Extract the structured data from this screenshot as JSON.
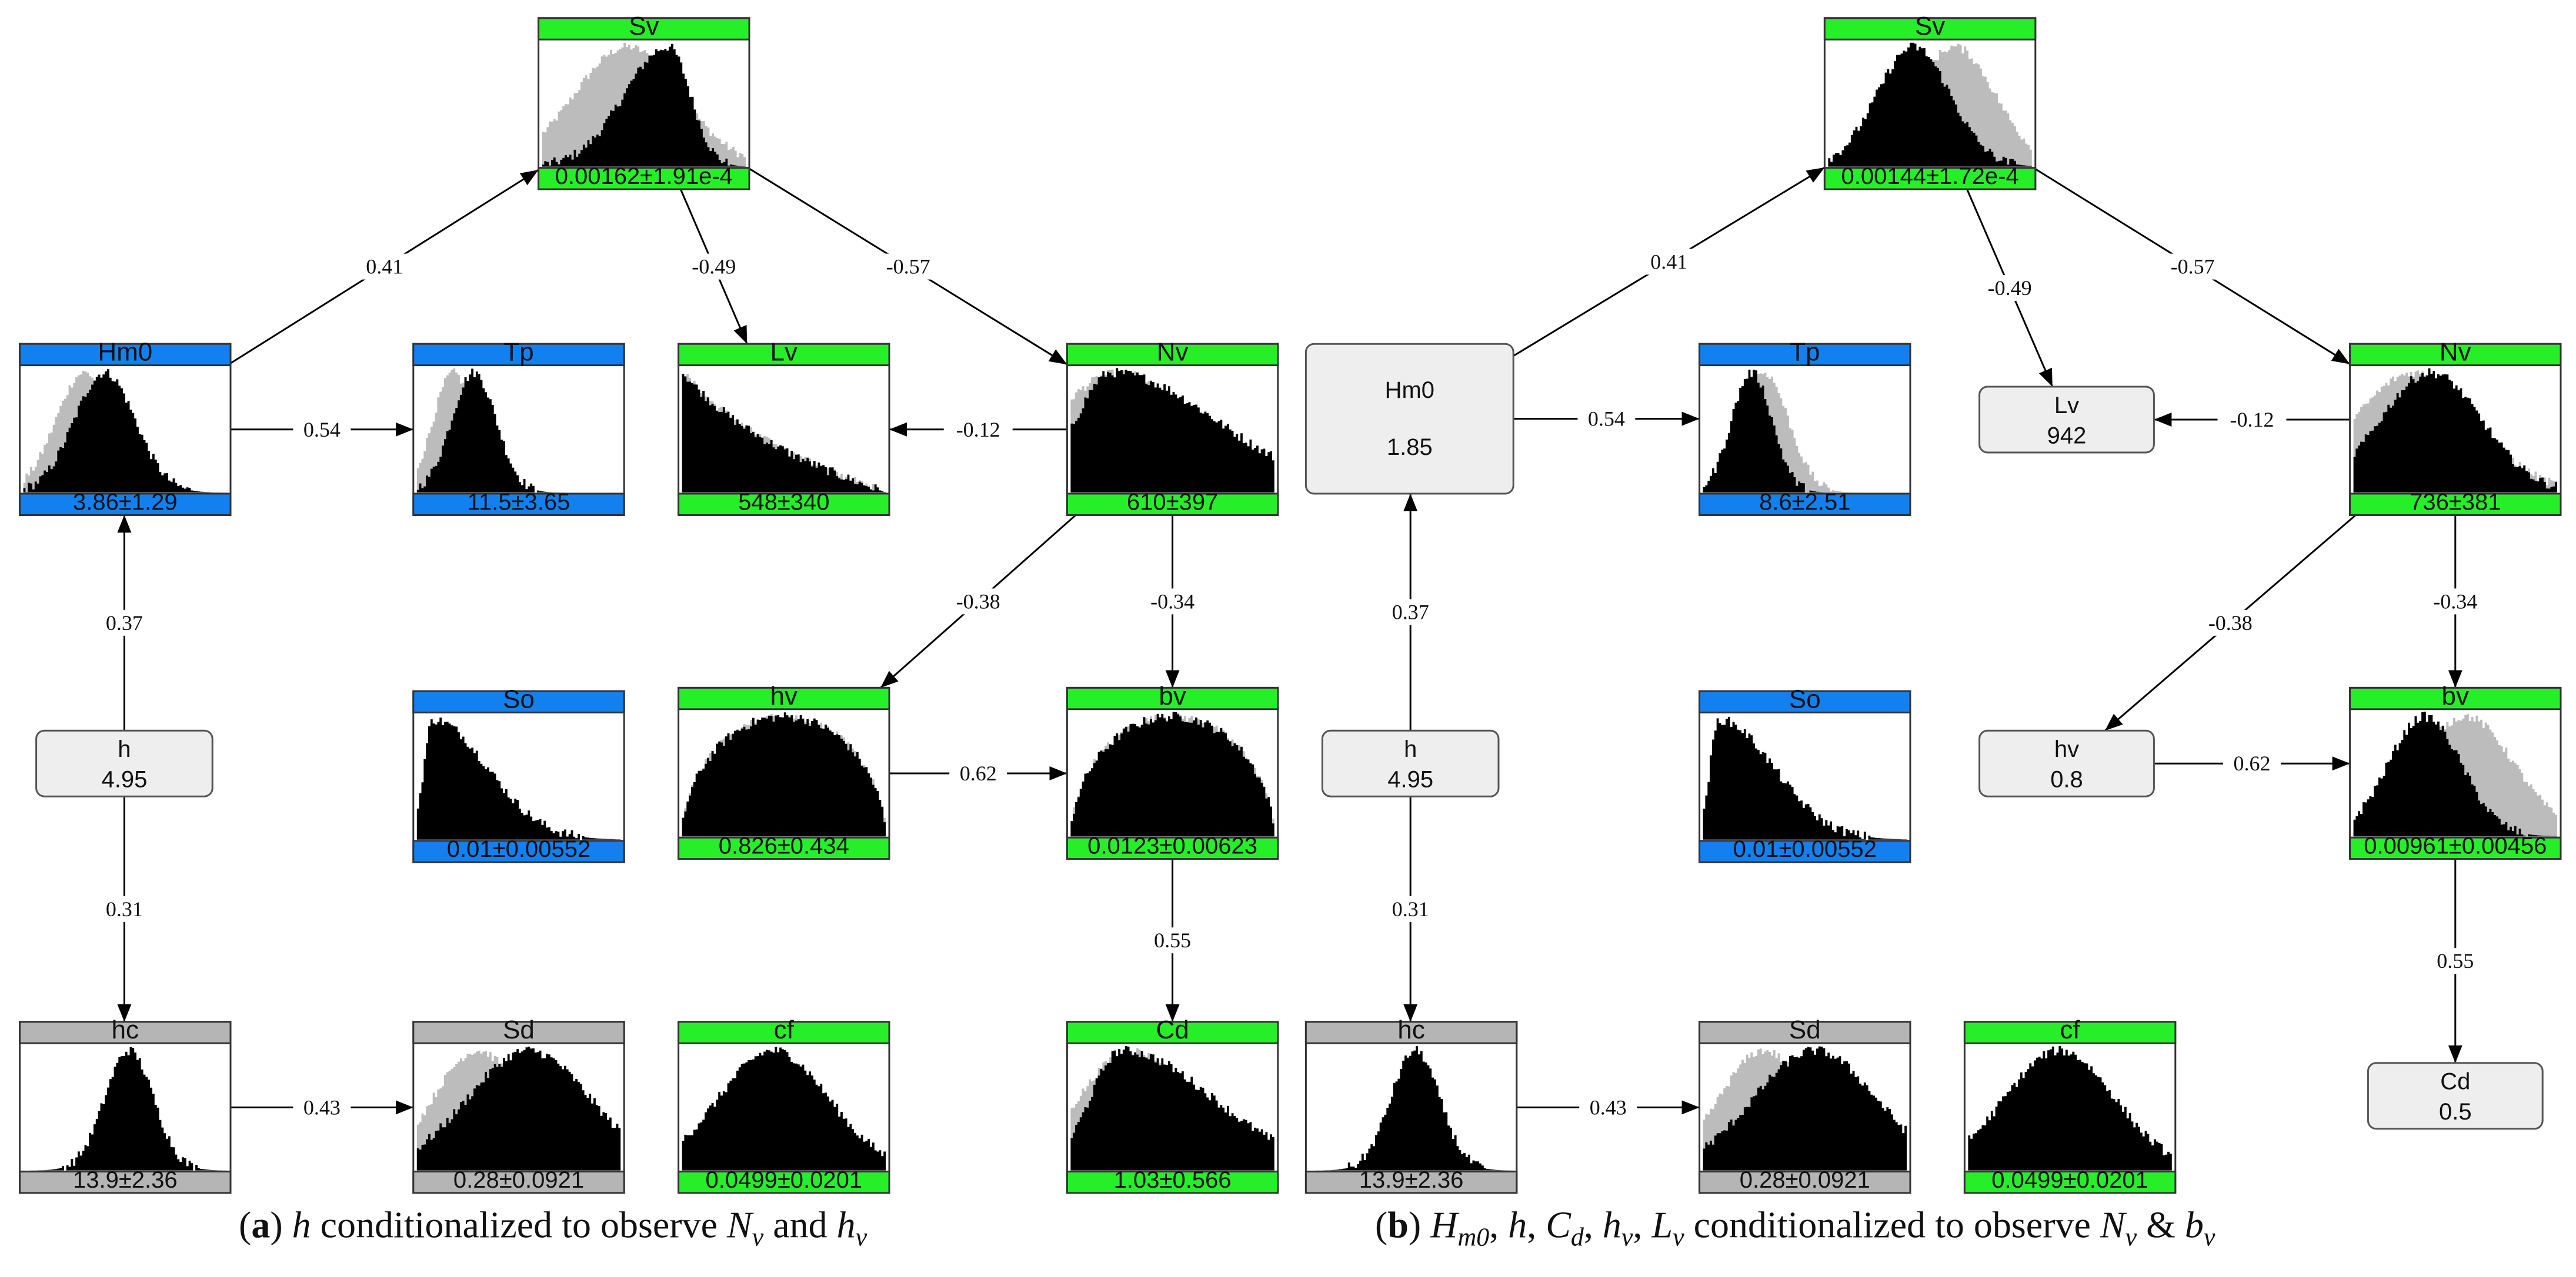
{
  "colors": {
    "green": "#26ef2a",
    "blue": "#1380f0",
    "gray": "#b5b5b5",
    "plain_fill": "#eeeeee",
    "hist_black": "#000000",
    "hist_ghost": "#bcbcbc"
  },
  "panels": [
    {
      "id": "a",
      "caption": {
        "label": "(a)",
        "parts": [
          {
            "t": "h",
            "i": true
          },
          {
            "t": " conditionalized to observe "
          },
          {
            "t": "N",
            "i": true
          },
          {
            "t": "v",
            "i": true,
            "sub": true
          },
          {
            "t": " and "
          },
          {
            "t": "h",
            "i": true
          },
          {
            "t": "v",
            "i": true,
            "sub": true
          }
        ]
      },
      "nodes": [
        {
          "id": "Sv",
          "type": "hist",
          "color": "green",
          "title": "Sv",
          "value": "0.00162±1.91e-4",
          "dist": {
            "mu": 0.62,
            "sd": 0.17,
            "skew": -0.6,
            "ghost": {
              "mu": 0.42,
              "sd": 0.26
            }
          }
        },
        {
          "id": "Hm0",
          "type": "hist",
          "color": "blue",
          "title": "Hm0",
          "value": "3.86±1.29",
          "dist": {
            "mu": 0.4,
            "sd": 0.15,
            "ghost": {
              "mu": 0.3,
              "sd": 0.14
            }
          }
        },
        {
          "id": "Tp",
          "type": "hist",
          "color": "blue",
          "title": "Tp",
          "value": "11.5±3.65",
          "dist": {
            "mu": 0.28,
            "sd": 0.11,
            "ghost": {
              "mu": 0.18,
              "sd": 0.1
            }
          }
        },
        {
          "id": "Lv",
          "type": "hist",
          "color": "green",
          "title": "Lv",
          "value": "548±340",
          "dist": {
            "decay": true,
            "ghost": {
              "decay": true
            }
          }
        },
        {
          "id": "Nv",
          "type": "hist",
          "color": "green",
          "title": "Nv",
          "value": "610±397",
          "dist": {
            "mu": 0.2,
            "sd": 0.32,
            "skew": 1.0,
            "ghost": {
              "mu": 0.24,
              "sd": 0.34
            }
          }
        },
        {
          "id": "h",
          "type": "plain",
          "title": "h",
          "value": "4.95"
        },
        {
          "id": "So",
          "type": "hist",
          "color": "blue",
          "title": "So",
          "value": "0.01±0.00552",
          "dist": {
            "mu": 0.08,
            "sd": 0.14,
            "skew": 1.5
          }
        },
        {
          "id": "hv",
          "type": "hist",
          "color": "green",
          "title": "hv",
          "value": "0.826±0.434",
          "dist": {
            "semi": true,
            "ghost": {
              "semi": true
            }
          }
        },
        {
          "id": "bv",
          "type": "hist",
          "color": "green",
          "title": "bv",
          "value": "0.0123±0.00623",
          "dist": {
            "semi": true,
            "ghost": {
              "semi": true
            }
          }
        },
        {
          "id": "hc",
          "type": "hist",
          "color": "gray",
          "title": "hc",
          "value": "13.9±2.36",
          "dist": {
            "mu": 0.52,
            "sd": 0.12
          }
        },
        {
          "id": "Sd",
          "type": "hist",
          "color": "gray",
          "title": "Sd",
          "value": "0.28±0.0921",
          "dist": {
            "mu": 0.55,
            "sd": 0.3,
            "ghost": {
              "mu": 0.3,
              "sd": 0.22
            }
          }
        },
        {
          "id": "cf",
          "type": "hist",
          "color": "green",
          "title": "cf",
          "value": "0.0499±0.0201",
          "dist": {
            "mu": 0.45,
            "sd": 0.27
          }
        },
        {
          "id": "Cd",
          "type": "hist",
          "color": "green",
          "title": "Cd",
          "value": "1.03±0.566",
          "dist": {
            "mu": 0.25,
            "sd": 0.28,
            "skew": 1.0,
            "ghost": {
              "mu": 0.3,
              "sd": 0.26
            }
          }
        }
      ],
      "edges": [
        {
          "from": "Hm0",
          "to": "Sv",
          "label": "0.41"
        },
        {
          "from": "Hm0",
          "to": "Tp",
          "label": "0.54"
        },
        {
          "from": "Sv",
          "to": "Lv",
          "label": "-0.49"
        },
        {
          "from": "Sv",
          "to": "Nv",
          "label": "-0.57"
        },
        {
          "from": "Nv",
          "to": "Lv",
          "label": "-0.12"
        },
        {
          "from": "Nv",
          "to": "hv",
          "label": "-0.38"
        },
        {
          "from": "Nv",
          "to": "bv",
          "label": "-0.34"
        },
        {
          "from": "hv",
          "to": "bv",
          "label": "0.62"
        },
        {
          "from": "bv",
          "to": "Cd",
          "label": "0.55"
        },
        {
          "from": "h",
          "to": "Hm0",
          "label": "0.37"
        },
        {
          "from": "h",
          "to": "hc",
          "label": "0.31"
        },
        {
          "from": "hc",
          "to": "Sd",
          "label": "0.43"
        }
      ]
    },
    {
      "id": "b",
      "caption": {
        "label": "(b)",
        "parts": [
          {
            "t": "H",
            "i": true
          },
          {
            "t": "m0",
            "i": true,
            "sub": true
          },
          {
            "t": ", "
          },
          {
            "t": "h",
            "i": true
          },
          {
            "t": ", "
          },
          {
            "t": "C",
            "i": true
          },
          {
            "t": "d",
            "i": true,
            "sub": true
          },
          {
            "t": ", "
          },
          {
            "t": "h",
            "i": true
          },
          {
            "t": "v",
            "i": true,
            "sub": true
          },
          {
            "t": ", "
          },
          {
            "t": "L",
            "i": true
          },
          {
            "t": "v",
            "i": true,
            "sub": true
          },
          {
            "t": " conditionalized to observe "
          },
          {
            "t": "N",
            "i": true
          },
          {
            "t": "v",
            "i": true,
            "sub": true
          },
          {
            "t": " & "
          },
          {
            "t": "b",
            "i": true
          },
          {
            "t": "v",
            "i": true,
            "sub": true
          }
        ]
      },
      "nodes": [
        {
          "id": "Sv",
          "type": "hist",
          "color": "green",
          "title": "Sv",
          "value": "0.00144±1.72e-4",
          "dist": {
            "mu": 0.42,
            "sd": 0.18,
            "ghost": {
              "mu": 0.62,
              "sd": 0.2
            }
          }
        },
        {
          "id": "Hm0",
          "type": "plain",
          "title": "Hm0",
          "value": "1.85"
        },
        {
          "id": "Tp",
          "type": "hist",
          "color": "blue",
          "title": "Tp",
          "value": "8.6±2.51",
          "dist": {
            "mu": 0.24,
            "sd": 0.1,
            "ghost": {
              "mu": 0.3,
              "sd": 0.12
            }
          }
        },
        {
          "id": "Lv",
          "type": "plain",
          "title": "Lv",
          "value": "942"
        },
        {
          "id": "Nv",
          "type": "hist",
          "color": "green",
          "title": "Nv",
          "value": "736±381",
          "dist": {
            "mu": 0.38,
            "sd": 0.25,
            "ghost": {
              "mu": 0.3,
              "sd": 0.3
            }
          }
        },
        {
          "id": "h",
          "type": "plain",
          "title": "h",
          "value": "4.95"
        },
        {
          "id": "So",
          "type": "hist",
          "color": "blue",
          "title": "So",
          "value": "0.01±0.00552",
          "dist": {
            "mu": 0.08,
            "sd": 0.14,
            "skew": 1.5
          }
        },
        {
          "id": "hv",
          "type": "plain",
          "title": "hv",
          "value": "0.8"
        },
        {
          "id": "bv",
          "type": "hist",
          "color": "green",
          "title": "bv",
          "value": "0.00961±0.00456",
          "dist": {
            "mu": 0.35,
            "sd": 0.18,
            "ghost": {
              "mu": 0.55,
              "sd": 0.24
            }
          }
        },
        {
          "id": "hc",
          "type": "hist",
          "color": "gray",
          "title": "hc",
          "value": "13.9±2.36",
          "dist": {
            "mu": 0.52,
            "sd": 0.12
          }
        },
        {
          "id": "Sd",
          "type": "hist",
          "color": "gray",
          "title": "Sd",
          "value": "0.28±0.0921",
          "dist": {
            "mu": 0.55,
            "sd": 0.3,
            "ghost": {
              "mu": 0.3,
              "sd": 0.22
            }
          }
        },
        {
          "id": "cf",
          "type": "hist",
          "color": "green",
          "title": "cf",
          "value": "0.0499±0.0201",
          "dist": {
            "mu": 0.45,
            "sd": 0.27
          }
        },
        {
          "id": "Cd",
          "type": "plain",
          "title": "Cd",
          "value": "0.5"
        }
      ],
      "edges": [
        {
          "from": "Hm0",
          "to": "Sv",
          "label": "0.41"
        },
        {
          "from": "Hm0",
          "to": "Tp",
          "label": "0.54"
        },
        {
          "from": "Sv",
          "to": "Lv",
          "label": "-0.49"
        },
        {
          "from": "Sv",
          "to": "Nv",
          "label": "-0.57"
        },
        {
          "from": "Nv",
          "to": "Lv",
          "label": "-0.12"
        },
        {
          "from": "Nv",
          "to": "hv",
          "label": "-0.38"
        },
        {
          "from": "Nv",
          "to": "bv",
          "label": "-0.34"
        },
        {
          "from": "hv",
          "to": "bv",
          "label": "0.62"
        },
        {
          "from": "bv",
          "to": "Cd",
          "label": "0.55"
        },
        {
          "from": "h",
          "to": "Hm0",
          "label": "0.37"
        },
        {
          "from": "h",
          "to": "hc",
          "label": "0.31"
        },
        {
          "from": "hc",
          "to": "Sd",
          "label": "0.43"
        }
      ]
    }
  ]
}
